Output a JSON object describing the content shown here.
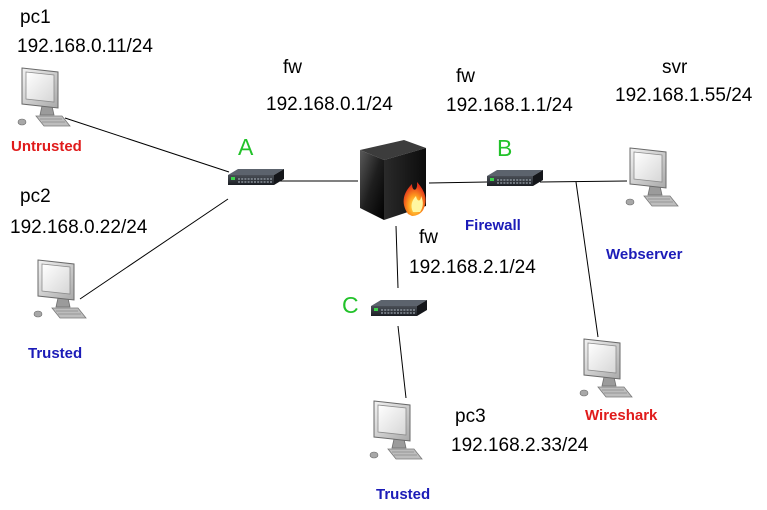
{
  "colors": {
    "untrusted": "#e01b1b",
    "trusted": "#1c1cb8",
    "wireshark": "#e01b1b",
    "switch_letter": "#22c22a",
    "link": "#000000"
  },
  "nodes": {
    "pc1": {
      "name": "pc1",
      "ip": "192.168.0.11/24",
      "role": "Untrusted",
      "icon": "desktop-computer-icon"
    },
    "pc2": {
      "name": "pc2",
      "ip": "192.168.0.22/24",
      "role": "Trusted",
      "icon": "desktop-computer-icon"
    },
    "pc3": {
      "name": "pc3",
      "ip": "192.168.2.33/24",
      "role": "Trusted",
      "icon": "desktop-computer-icon"
    },
    "svr": {
      "name": "svr",
      "ip": "192.168.1.55/24",
      "role": "Webserver",
      "icon": "desktop-computer-icon"
    },
    "wireshark": {
      "role": "Wireshark",
      "icon": "desktop-computer-icon"
    },
    "firewall": {
      "role": "Firewall",
      "icon": "firewall-icon",
      "if_a": {
        "name": "fw",
        "ip": "192.168.0.1/24"
      },
      "if_b": {
        "name": "fw",
        "ip": "192.168.1.1/24"
      },
      "if_c": {
        "name": "fw",
        "ip": "192.168.2.1/24"
      }
    }
  },
  "switches": {
    "a": {
      "label": "A",
      "icon": "network-switch-icon"
    },
    "b": {
      "label": "B",
      "icon": "network-switch-icon"
    },
    "c": {
      "label": "C",
      "icon": "network-switch-icon"
    }
  }
}
